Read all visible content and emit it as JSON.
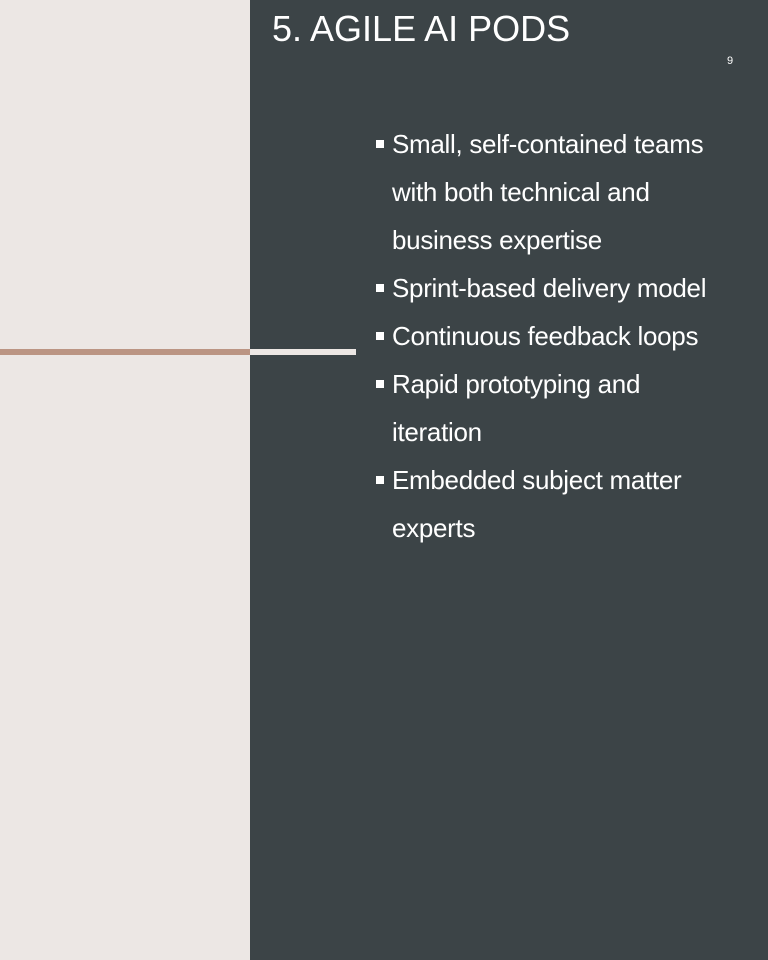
{
  "slide": {
    "title": "5. AGILE AI PODS",
    "number": "9",
    "bullets": [
      "Small, self-contained teams with both technical and business expertise",
      "Sprint-based delivery model",
      "Continuous feedback loops",
      "Rapid prototyping and iteration",
      "Embedded subject matter experts"
    ]
  },
  "colors": {
    "background_light": "#ece7e4",
    "panel_dark": "#3c4447",
    "accent": "#bb9583",
    "text": "#ffffff"
  },
  "icons": {
    "bullet": "square-bullet-icon"
  }
}
